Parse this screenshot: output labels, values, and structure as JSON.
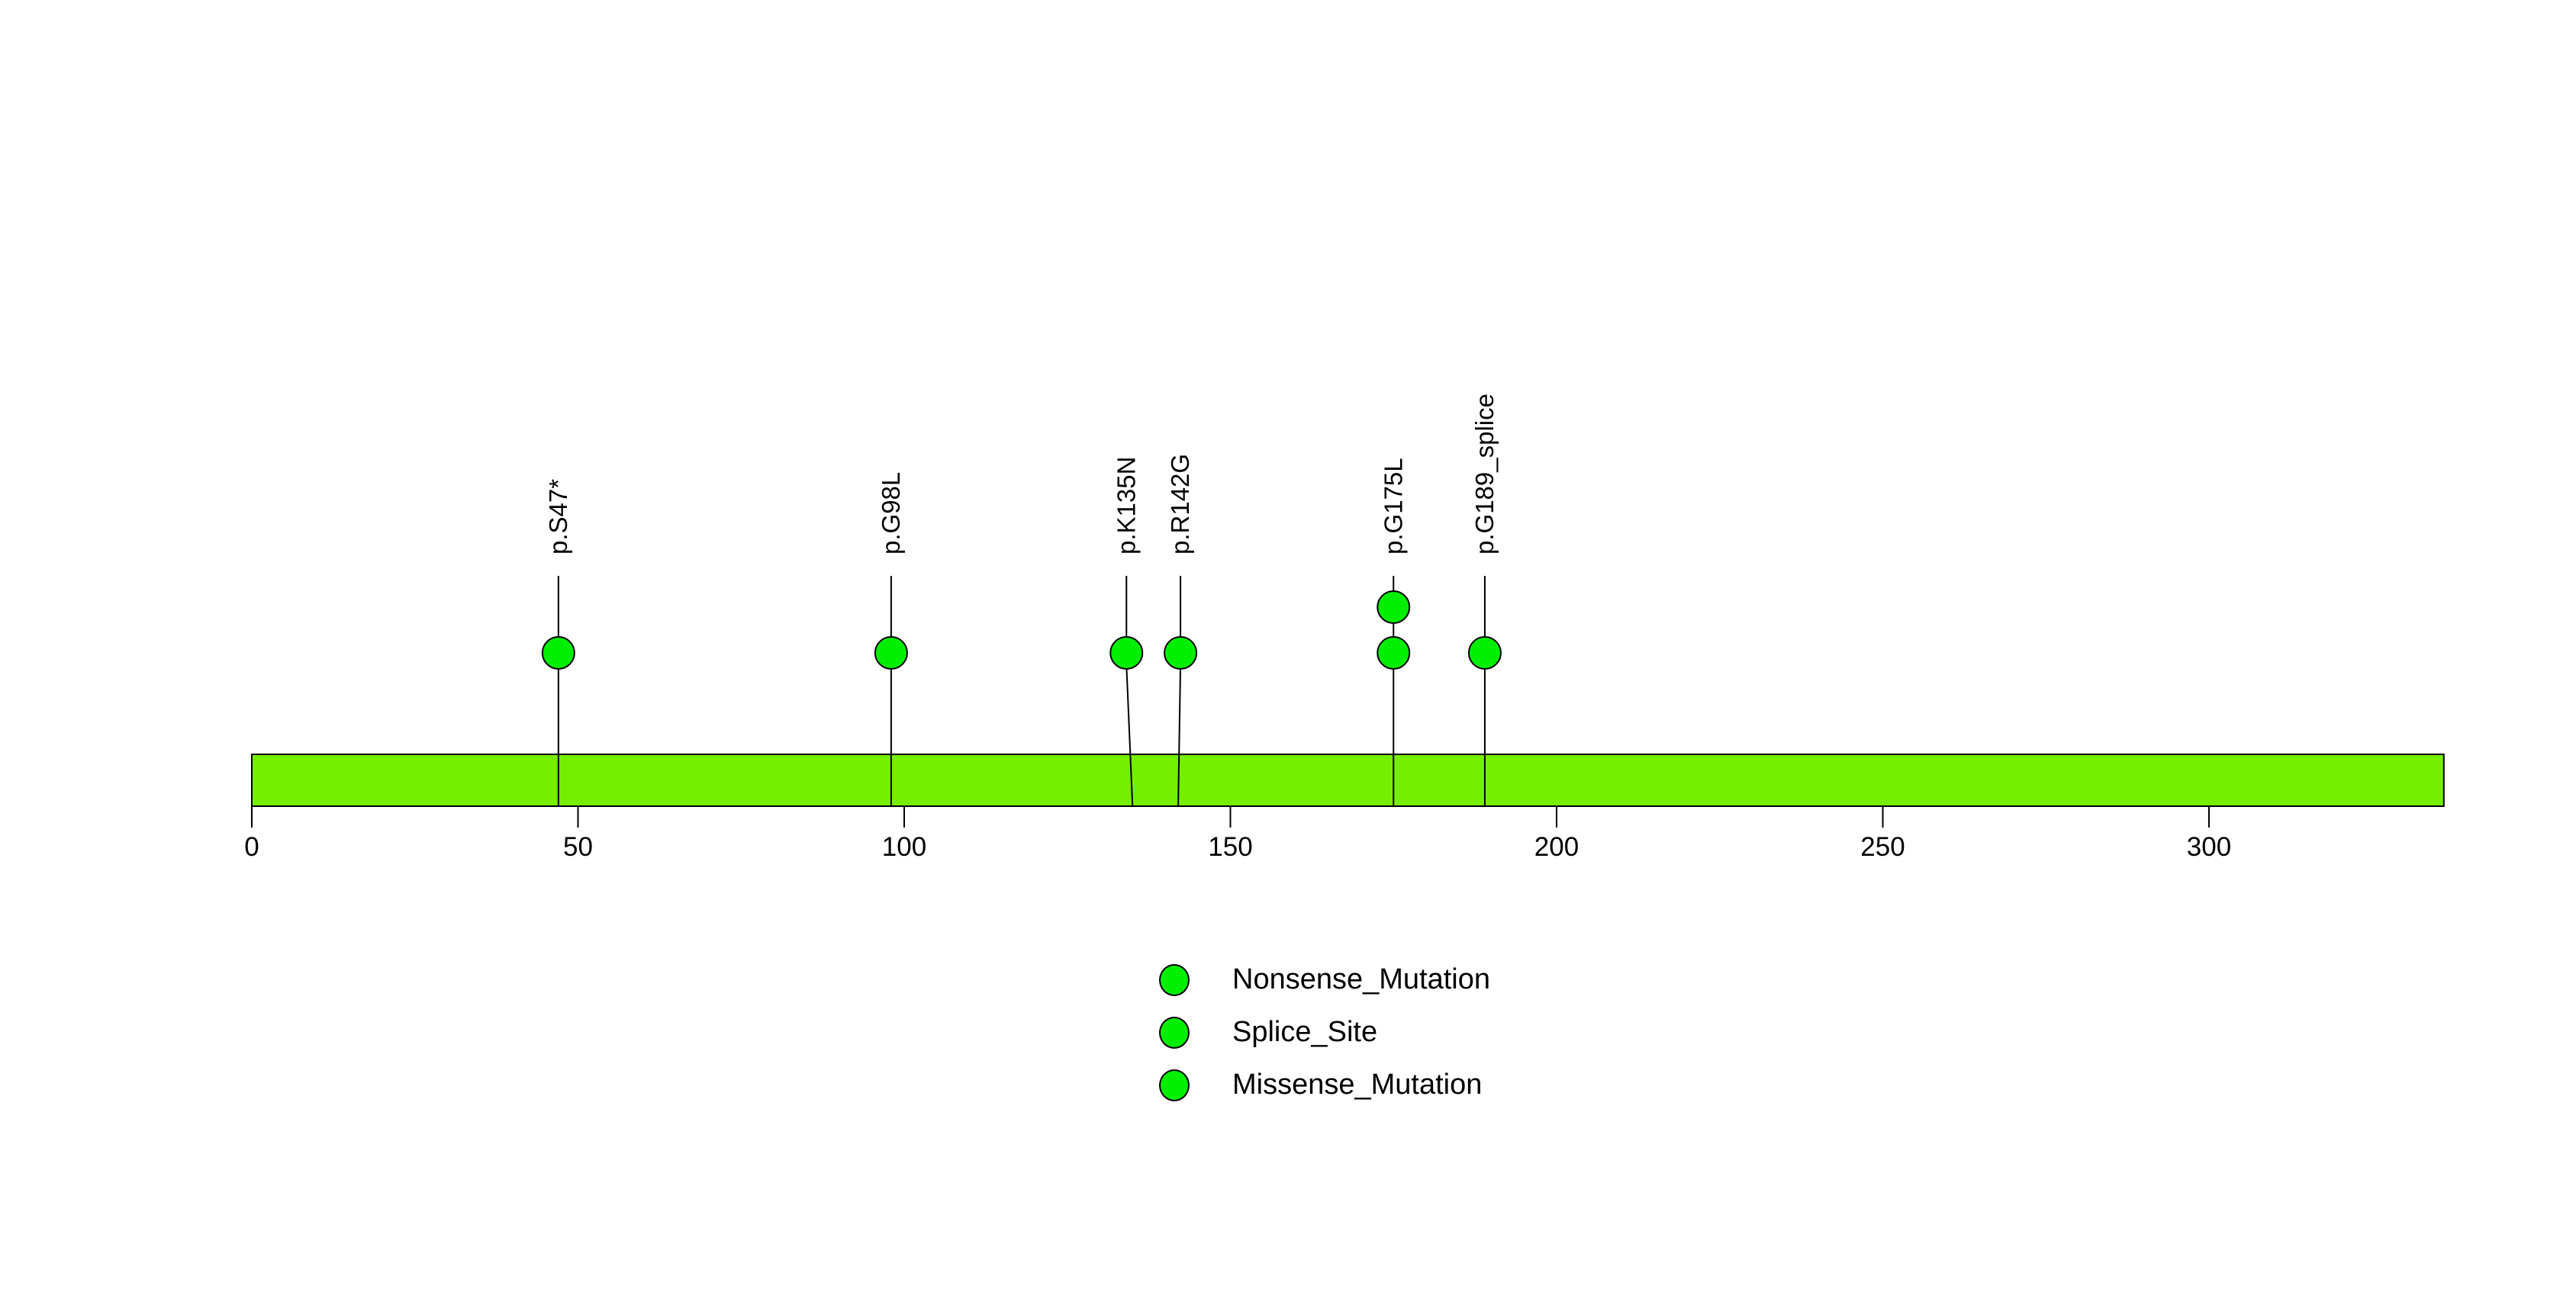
{
  "chart_data": {
    "type": "lollipop",
    "description": "protein mutation lollipop plot, no title shown",
    "axis": {
      "ticks": [
        0,
        50,
        100,
        150,
        200,
        250,
        300
      ],
      "xlim": [
        0,
        336
      ],
      "grid": false
    },
    "protein_bar": {
      "start": 0,
      "end": 336,
      "fill_color": "#76EE00",
      "border_color": "#000000"
    },
    "point_style": {
      "fill_color": "#00EE00",
      "border_color": "#000000"
    },
    "mutations": [
      {
        "label": "p.S47*",
        "position": 47,
        "count": 1,
        "type": "Nonsense_Mutation",
        "dx": 0
      },
      {
        "label": "p.G98L",
        "position": 98,
        "count": 1,
        "type": "Missense_Mutation",
        "dx": 0
      },
      {
        "label": "p.K135N",
        "position": 135,
        "count": 1,
        "type": "Missense_Mutation",
        "dx": -8
      },
      {
        "label": "p.R142G",
        "position": 142,
        "count": 1,
        "type": "Missense_Mutation",
        "dx": 3
      },
      {
        "label": "p.G175L",
        "position": 175,
        "count": 2,
        "type": "Missense_Mutation",
        "dx": 0
      },
      {
        "label": "p.G189_splice",
        "position": 189,
        "count": 1,
        "type": "Splice_Site",
        "dx": 0
      }
    ],
    "legend": {
      "position": "bottom-center",
      "items": [
        {
          "label": "Nonsense_Mutation",
          "color": "#00EE00"
        },
        {
          "label": "Splice_Site",
          "color": "#00EE00"
        },
        {
          "label": "Missense_Mutation",
          "color": "#00EE00"
        }
      ]
    }
  }
}
